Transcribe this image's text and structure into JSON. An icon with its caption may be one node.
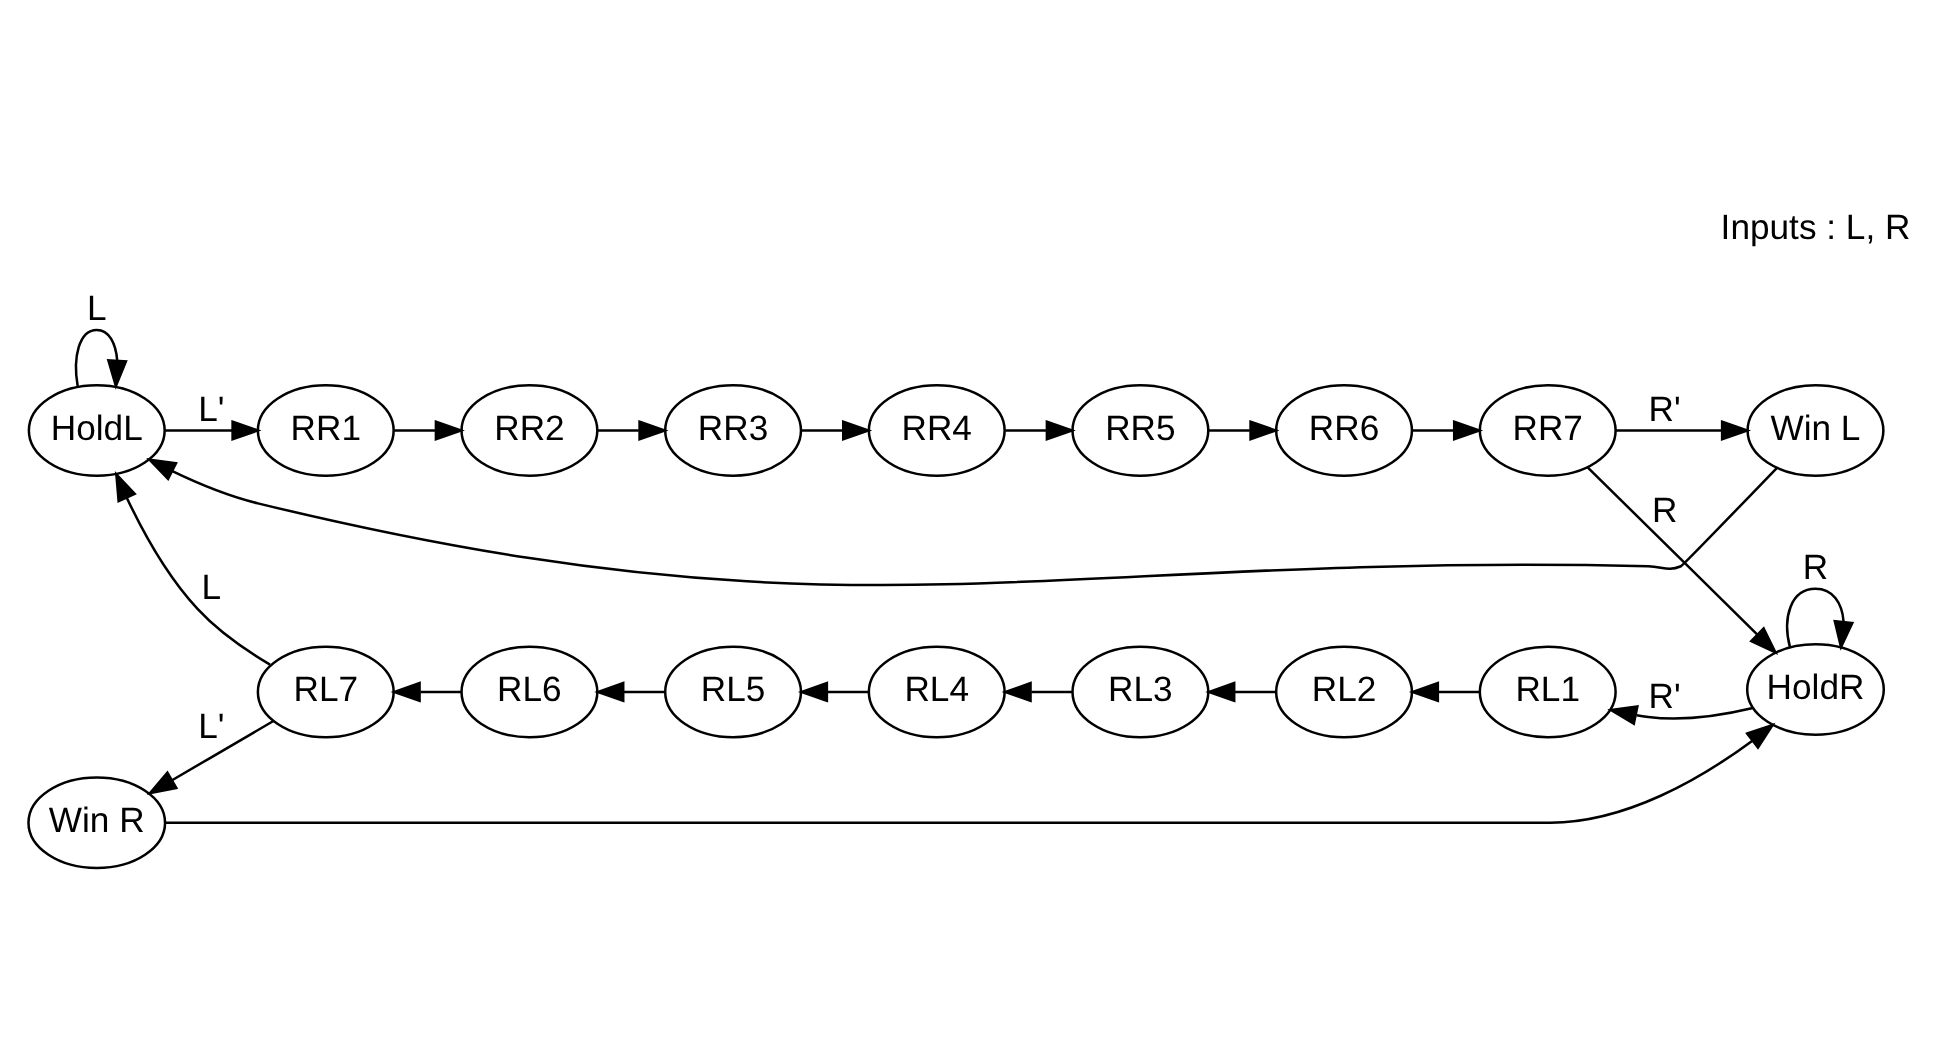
{
  "diagram": {
    "nodes": [
      {
        "text": [
          "HoldL"
        ]
      },
      {
        "text": [
          "RR1"
        ]
      },
      {
        "text": [
          "RR2"
        ]
      },
      {
        "text": [
          "RR3"
        ]
      },
      {
        "text": [
          "RR4"
        ]
      },
      {
        "text": [
          "RR5"
        ]
      },
      {
        "text": [
          "RR6"
        ]
      },
      {
        "text": [
          "RR7"
        ]
      },
      {
        "text": [
          "Win L"
        ]
      },
      {
        "text": [
          "HoldR"
        ]
      },
      {
        "text": [
          "RL1"
        ]
      },
      {
        "text": [
          "RL2"
        ]
      },
      {
        "text": [
          "RL3"
        ]
      },
      {
        "text": [
          "RL4"
        ]
      },
      {
        "text": [
          "RL5"
        ]
      },
      {
        "text": [
          "RL6"
        ]
      },
      {
        "text": [
          "RL7"
        ]
      },
      {
        "text": [
          "Win R"
        ]
      }
    ],
    "edges": [
      {
        "from": 0,
        "to": 0,
        "arrow": "to",
        "label": "L"
      },
      {
        "from": 0,
        "to": 1,
        "arrow": "to",
        "label": "L'"
      },
      {
        "from": 1,
        "to": 2,
        "arrow": "to"
      },
      {
        "from": 2,
        "to": 3,
        "arrow": "to"
      },
      {
        "from": 3,
        "to": 4,
        "arrow": "to"
      },
      {
        "from": 4,
        "to": 5,
        "arrow": "to"
      },
      {
        "from": 5,
        "to": 6,
        "arrow": "to"
      },
      {
        "from": 6,
        "to": 7,
        "arrow": "to"
      },
      {
        "from": 7,
        "to": 8,
        "arrow": "to",
        "label": "R'"
      },
      {
        "from": 7,
        "to": 9,
        "arrow": "to",
        "label": "R"
      },
      {
        "from": 8,
        "to": 0,
        "arrow": "to"
      },
      {
        "from": 9,
        "to": 9,
        "arrow": "to",
        "label": "R"
      },
      {
        "from": 9,
        "to": 10,
        "arrow": "to",
        "label": "R'"
      },
      {
        "from": 10,
        "to": 11,
        "arrow": "to"
      },
      {
        "from": 11,
        "to": 12,
        "arrow": "to"
      },
      {
        "from": 12,
        "to": 13,
        "arrow": "to"
      },
      {
        "from": 13,
        "to": 14,
        "arrow": "to"
      },
      {
        "from": 14,
        "to": 15,
        "arrow": "to"
      },
      {
        "from": 15,
        "to": 16,
        "arrow": "to"
      },
      {
        "from": 16,
        "to": 0,
        "arrow": "to",
        "label": "L"
      },
      {
        "from": 16,
        "to": 17,
        "arrow": "to",
        "label": "L'"
      },
      {
        "from": 17,
        "to": 9,
        "arrow": "to"
      }
    ],
    "labels": [
      "Inputs : L, R"
    ]
  }
}
